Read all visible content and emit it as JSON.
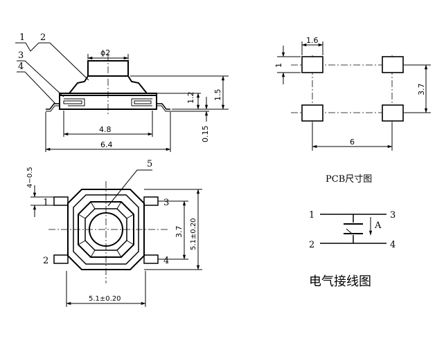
{
  "side_view": {
    "callouts": [
      "1",
      "2",
      "3",
      "4"
    ],
    "dims": {
      "phi": "ϕ2",
      "h_inner": "1.2",
      "h_total": "1.5",
      "t_lead": "0.15",
      "w_body": "4.8",
      "w_total": "6.4"
    }
  },
  "pcb": {
    "dims": {
      "pad_w": "1.6",
      "pad_h": "1",
      "pitch_v": "3.7",
      "pitch_h": "6"
    },
    "caption": "PCB尺寸图"
  },
  "top_view": {
    "callout": "5",
    "pins": [
      "1",
      "2",
      "3",
      "4"
    ],
    "dims": {
      "lead_len": "4−0.5",
      "pitch_v": "3.7",
      "body_h": "5.1±0.20",
      "body_w": "5.1±0.20"
    }
  },
  "schematic": {
    "pins": [
      "1",
      "2",
      "3",
      "4"
    ],
    "force_label": "A",
    "caption": "电气接线图"
  }
}
